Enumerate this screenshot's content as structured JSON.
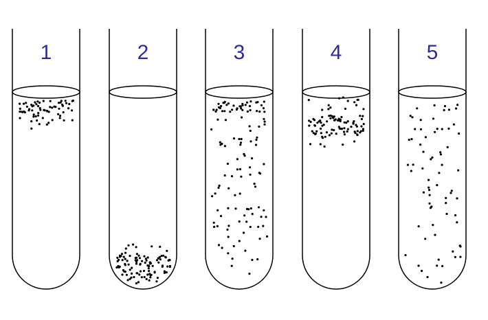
{
  "colors": {
    "label": "#2b2b9c",
    "stroke": "#000000",
    "dot": "#000000",
    "background": "#ffffff"
  },
  "tubes": [
    {
      "label": "1",
      "pattern": "surface-band"
    },
    {
      "label": "2",
      "pattern": "bottom-cluster"
    },
    {
      "label": "3",
      "pattern": "surface-dense-then-throughout"
    },
    {
      "label": "4",
      "pattern": "subsurface-band"
    },
    {
      "label": "5",
      "pattern": "evenly-throughout"
    }
  ]
}
